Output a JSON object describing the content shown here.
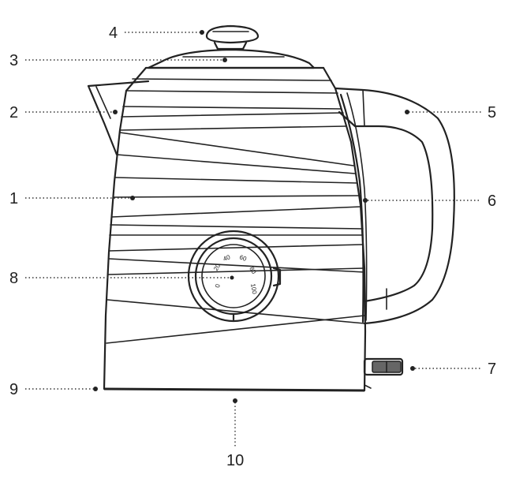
{
  "callouts": [
    {
      "label": "1",
      "part": "body"
    },
    {
      "label": "2",
      "part": "spout"
    },
    {
      "label": "3",
      "part": "lid"
    },
    {
      "label": "4",
      "part": "lid-knob"
    },
    {
      "label": "5",
      "part": "handle"
    },
    {
      "label": "6",
      "part": "water-window"
    },
    {
      "label": "7",
      "part": "power-switch"
    },
    {
      "label": "8",
      "part": "thermometer"
    },
    {
      "label": "9",
      "part": "left-base"
    },
    {
      "label": "10",
      "part": "base"
    }
  ],
  "thermometer_scale": [
    "0",
    "20",
    "40",
    "60",
    "80",
    "100"
  ]
}
